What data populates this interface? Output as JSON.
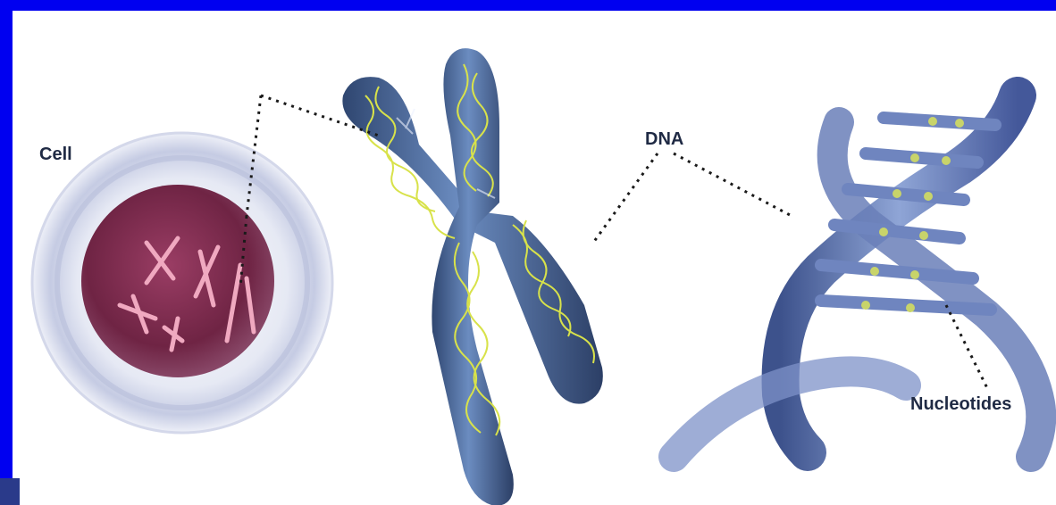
{
  "labels": {
    "cell": "Cell",
    "dna": "DNA",
    "nucleotides": "Nucleotides"
  },
  "colors": {
    "frame": "#0000f0",
    "background": "#ffffff",
    "label_text": "#1f2a44",
    "cell_membrane": "#c9cfe6",
    "nucleus": "#7a2a4c",
    "chromosome": "#4c6a9a",
    "dna_strand": "#d8e24a",
    "helix_backbone": "#5d74b0",
    "base_pairs": "#b8c880"
  }
}
